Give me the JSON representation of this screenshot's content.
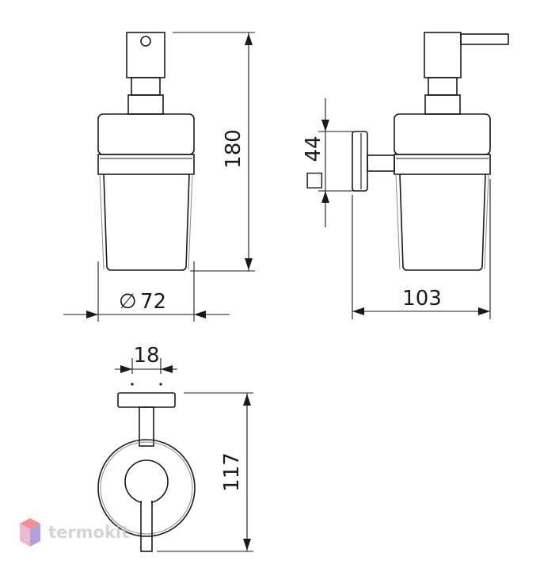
{
  "dimensions": {
    "height_total": "180",
    "diameter_symbol": "∅",
    "diameter_value": "72",
    "depth": "103",
    "plate_symbol": "□",
    "plate_size": "44",
    "post_diameter": "18",
    "mount_height": "117"
  },
  "watermark": {
    "text": "termokit",
    "colors": {
      "top": "#f06a6a",
      "left": "#e6a2c8",
      "right": "#9b7fd4"
    }
  },
  "colors": {
    "line": "#1a1a1a",
    "background": "#ffffff"
  }
}
